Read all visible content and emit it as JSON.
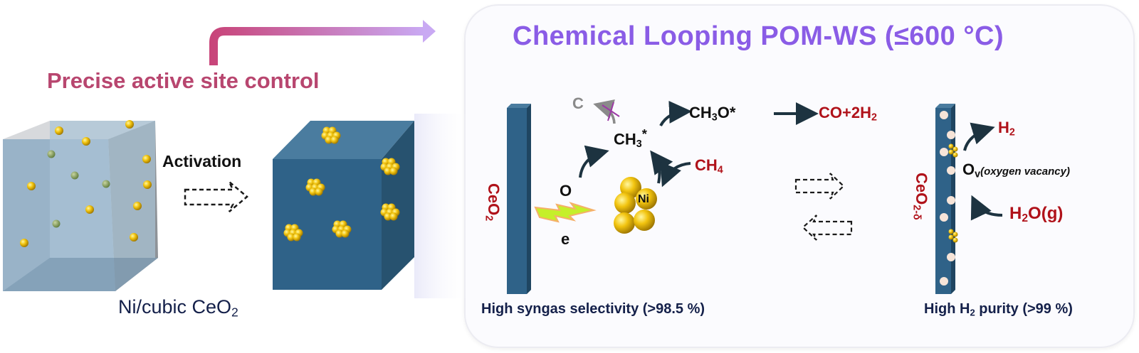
{
  "left": {
    "control_label": "Precise active site control",
    "activation_label": "Activation",
    "material_label": "Ni/cubic CeO",
    "material_sub": "2"
  },
  "panel": {
    "title": "Chemical Looping POM-WS (≤600 °C)",
    "left_support": {
      "label": "CeO",
      "sub": "2"
    },
    "right_support": {
      "label": "CeO",
      "sub": "2-δ"
    },
    "species": {
      "carbon": "C",
      "ch3": "CH",
      "ch3_sub": "3",
      "ch3_sup": "*",
      "ch3o": "CH",
      "ch3o_sub": "3",
      "ch3o_rest": "O*",
      "product": "CO+2H",
      "product_sub": "2",
      "ch4": "CH",
      "ch4_sub": "4",
      "oxygen": "O",
      "electron": "e",
      "ni": "Ni",
      "h2": "H",
      "h2_sub": "2",
      "ov": "O",
      "ov_sub": "v",
      "ov_desc": "(oxygen vacancy)",
      "h2o": "H",
      "h2o_sub": "2",
      "h2o_rest": "O(g)"
    },
    "caption_left": "High syngas selectivity (>98.5 %)",
    "caption_right_pre": "High H",
    "caption_right_sub": "2",
    "caption_right_post": " purity (>99 %)"
  },
  "colors": {
    "title": "#8a5ce6",
    "control": "#b8466f",
    "product_red": "#b0121a",
    "navy": "#14204a",
    "support_blue": "#2f6288",
    "ni_gold": "#f2c40f"
  }
}
